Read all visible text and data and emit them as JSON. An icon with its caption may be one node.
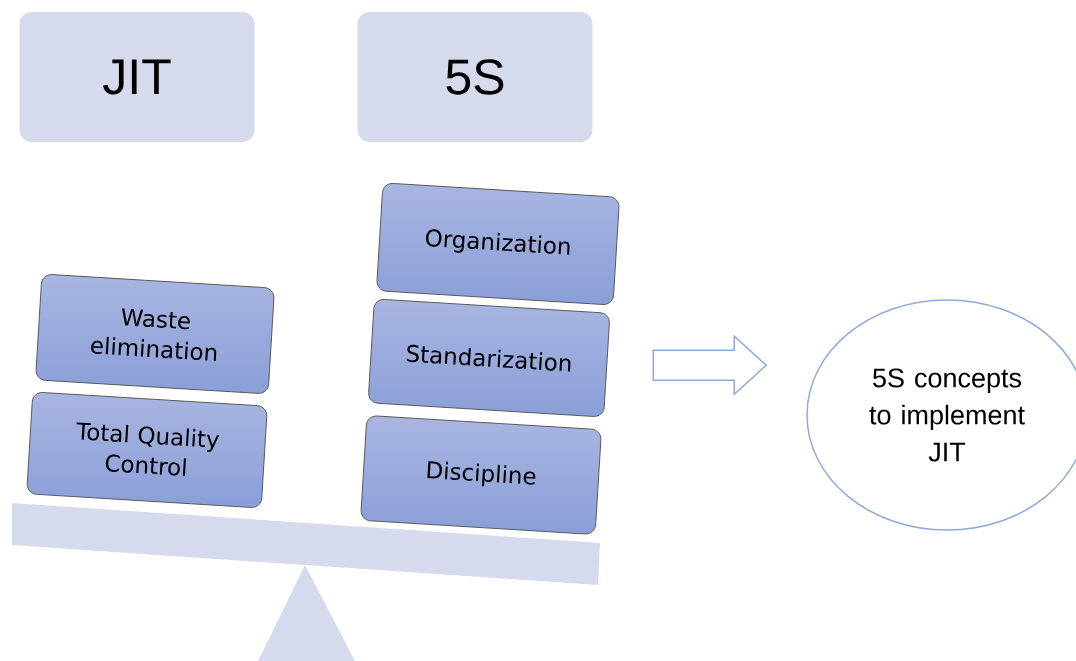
{
  "diagram": {
    "nodes": [
      {
        "text": [
          "JIT"
        ]
      },
      {
        "text": [
          "5S"
        ]
      },
      {
        "text": [
          "Waste elimination"
        ]
      },
      {
        "text": [
          "Total Quality Control"
        ]
      },
      {
        "text": [
          "Organization"
        ]
      },
      {
        "text": [
          "Standarization"
        ]
      },
      {
        "text": [
          "Discipline"
        ]
      },
      {
        "text": [
          "5S concepts to implement JIT"
        ]
      }
    ],
    "edges": [
      {
        "from": 5,
        "to": 7,
        "arrow": "to"
      }
    ]
  }
}
